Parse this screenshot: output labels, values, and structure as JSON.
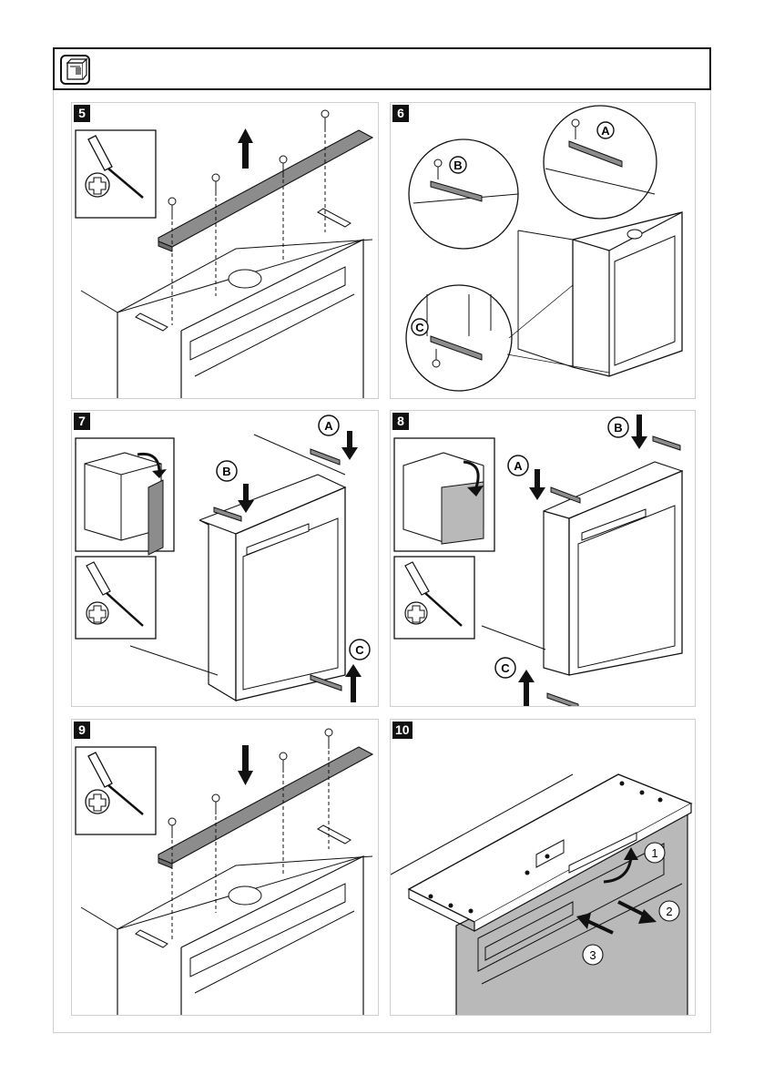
{
  "page": {
    "header_icon": "fridge-manual-icon",
    "colors": {
      "line": "#111111",
      "grey_fill": "#8c8c8c",
      "panel_grey": "#b9b9b9",
      "border": "#cfcfcf"
    }
  },
  "steps": [
    {
      "number": "5",
      "arrows": [
        "up"
      ]
    },
    {
      "number": "6",
      "callouts": [
        "A",
        "B",
        "C"
      ]
    },
    {
      "number": "7",
      "callouts": [
        "A",
        "B",
        "C"
      ]
    },
    {
      "number": "8",
      "callouts": [
        "A",
        "B",
        "C"
      ]
    },
    {
      "number": "9",
      "arrows": [
        "down"
      ]
    },
    {
      "number": "10",
      "callouts": [
        "1",
        "2",
        "3"
      ]
    }
  ]
}
